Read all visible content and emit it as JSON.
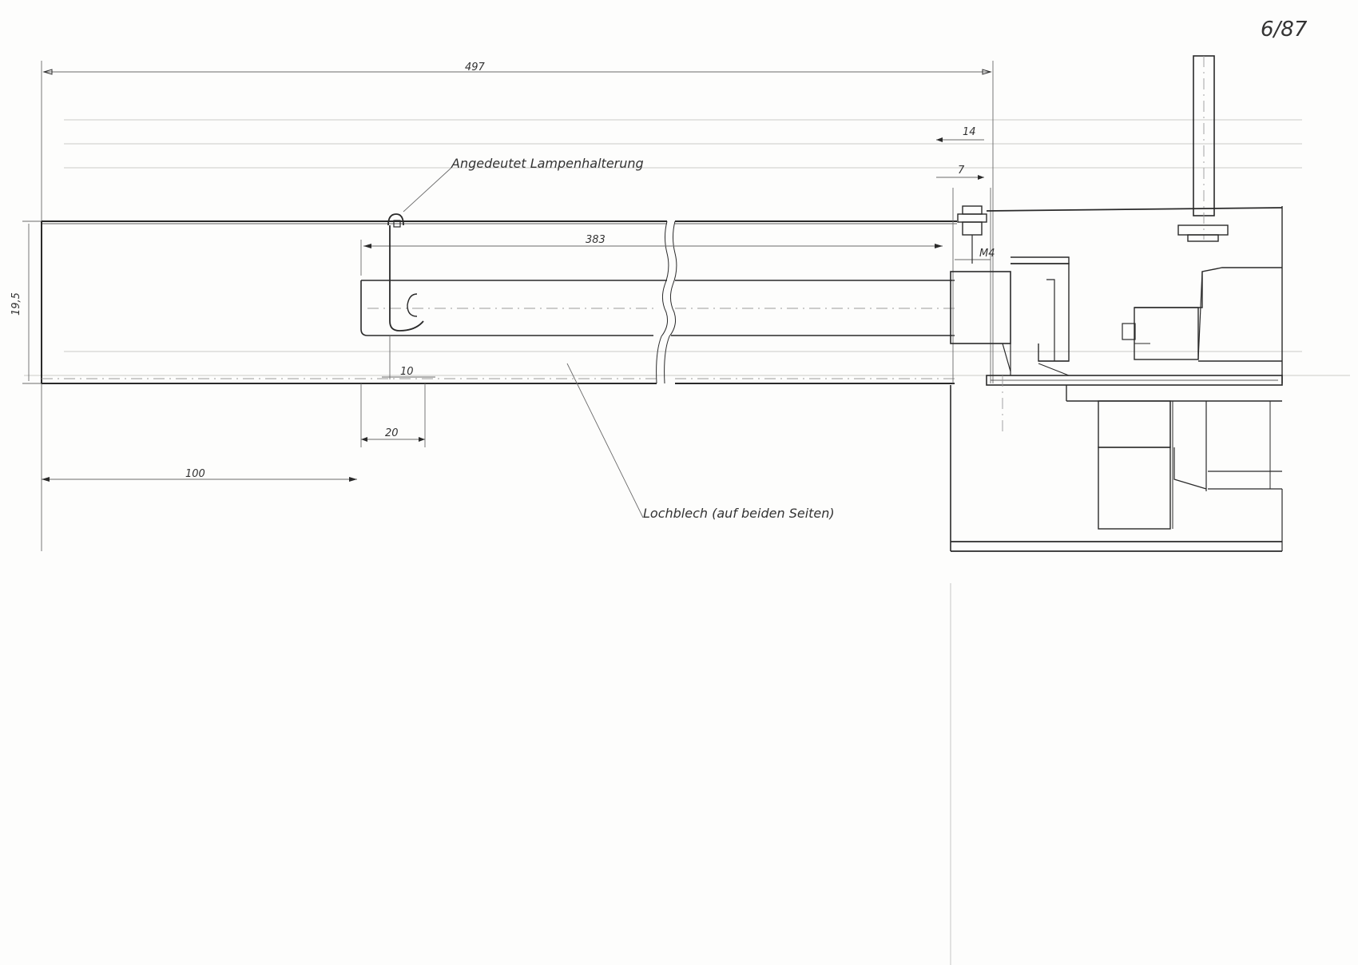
{
  "sheet": {
    "page_number": "6/87"
  },
  "labels": {
    "lamp_holder": "Angedeutet Lampenhalterung",
    "perforated_sheet": "Lochblech (auf beiden Seiten)"
  },
  "dimensions": {
    "overall_length": "497",
    "inner_length": "383",
    "height": "19,5",
    "offset_14": "14",
    "offset_7": "7",
    "bolt": "M4",
    "hook_width": "10",
    "gap_20": "20",
    "left_100": "100"
  },
  "colors": {
    "ink": "#2a2a2a",
    "paper": "#fdfdfc"
  }
}
